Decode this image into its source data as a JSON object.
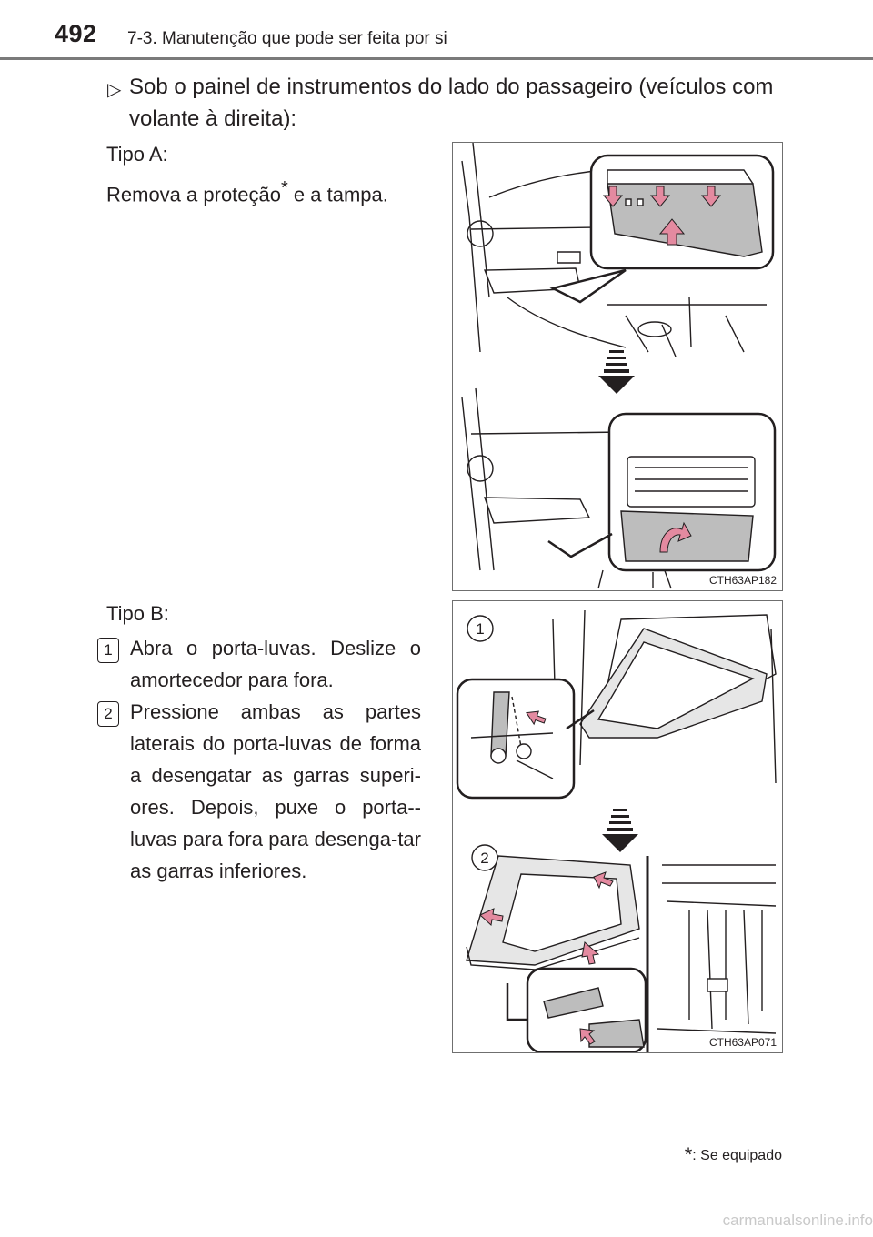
{
  "header": {
    "page_number": "492",
    "section": "7-3. Manutenção que pode ser feita por si"
  },
  "intro": "Sob o painel de instrumentos do lado do passageiro (veículos com volante à direita):",
  "type_a": {
    "label": "Tipo A:",
    "instruction_before": "Remova a proteção",
    "asterisk": "*",
    "instruction_after": " e a tampa.",
    "figure_code": "CTH63AP182"
  },
  "type_b": {
    "label": "Tipo B:",
    "steps": [
      {
        "num": "1",
        "text": "Abra o porta-luvas. Deslize o amortecedor para fora."
      },
      {
        "num": "2",
        "text": "Pressione ambas as partes laterais do porta-luvas de forma a desengatar as garras superi-ores. Depois, puxe o porta--luvas para fora para desenga-tar as garras inferiores."
      }
    ],
    "figure_code": "CTH63AP071",
    "callouts": [
      "1",
      "2"
    ]
  },
  "footnote": {
    "symbol": "*",
    "text": ": Se equipado"
  },
  "watermark": "carmanualsonline.info",
  "icons": [
    "bullet-arrow-icon",
    "down-arrow-icon"
  ],
  "colors": {
    "arrow_pink": "#e48aa0",
    "rule_gray": "#7a7a7a",
    "text": "#231f20"
  }
}
